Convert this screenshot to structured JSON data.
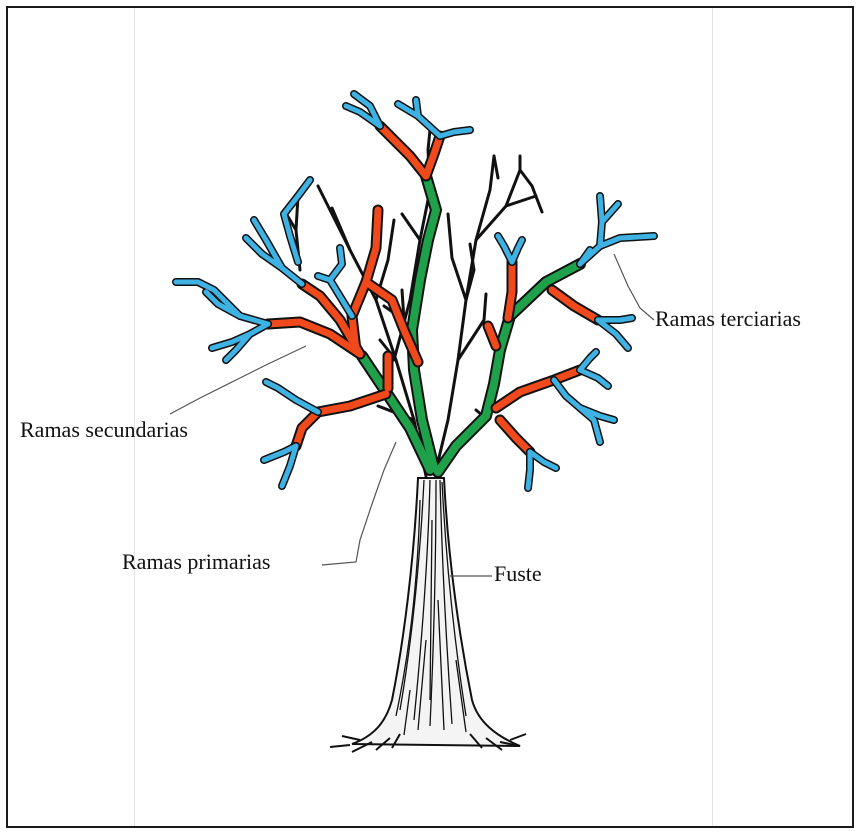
{
  "diagram": {
    "labels": {
      "terciarias": "Ramas terciarias",
      "secundarias": "Ramas secundarias",
      "primarias": "Ramas primarias",
      "fuste": "Fuste"
    },
    "colors": {
      "primary_branch": "#1fa04b",
      "secondary_branch": "#f04a1c",
      "tertiary_branch": "#3fb2e4",
      "trunk_ink": "#111111",
      "leader_line": "#555555"
    }
  }
}
